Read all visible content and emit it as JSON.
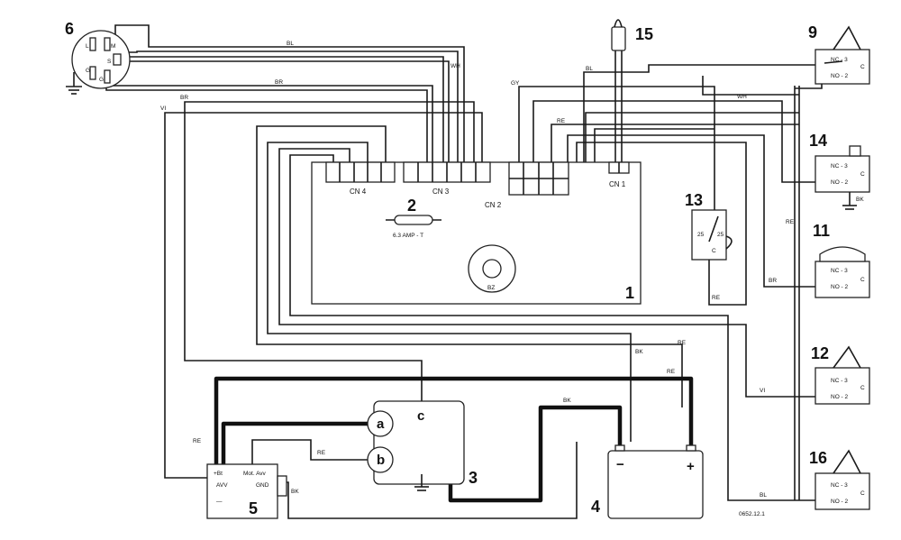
{
  "components": {
    "board": {
      "number": "1",
      "connectors": [
        "CN 4",
        "CN 3",
        "CN 2",
        "CN 1"
      ],
      "buzzer": "BZ"
    },
    "fuse": {
      "number": "2",
      "rating": "6.3 AMP - T"
    },
    "relay": {
      "number": "3",
      "term_a": "a",
      "term_b": "b",
      "term_c": "c"
    },
    "battery": {
      "number": "4",
      "neg": "−",
      "pos": "+"
    },
    "controller": {
      "number": "5",
      "bt": "+Bt",
      "avv": "AVV",
      "mot": "Mot. Avv",
      "gnd": "GND",
      "minus": "—"
    },
    "key_switch": {
      "number": "6",
      "pins": [
        "L",
        "M",
        "S",
        "G",
        "G"
      ]
    },
    "switch_9": {
      "number": "9"
    },
    "switch_11": {
      "number": "11"
    },
    "switch_12": {
      "number": "12"
    },
    "switch_13": {
      "number": "13",
      "pin1": "25",
      "pin2": "25",
      "pin3": "C"
    },
    "switch_14": {
      "number": "14"
    },
    "lamp": {
      "number": "15"
    },
    "switch_16": {
      "number": "16"
    },
    "switch_pins": {
      "nc": "NC - 3",
      "no": "NO - 2",
      "c": "C"
    }
  },
  "wire_labels": {
    "bl": "BL",
    "wh": "WH",
    "br": "BR",
    "vi": "VI",
    "gy": "GY",
    "re": "RE",
    "bk": "BK"
  },
  "footer_code": "0652.12.1"
}
